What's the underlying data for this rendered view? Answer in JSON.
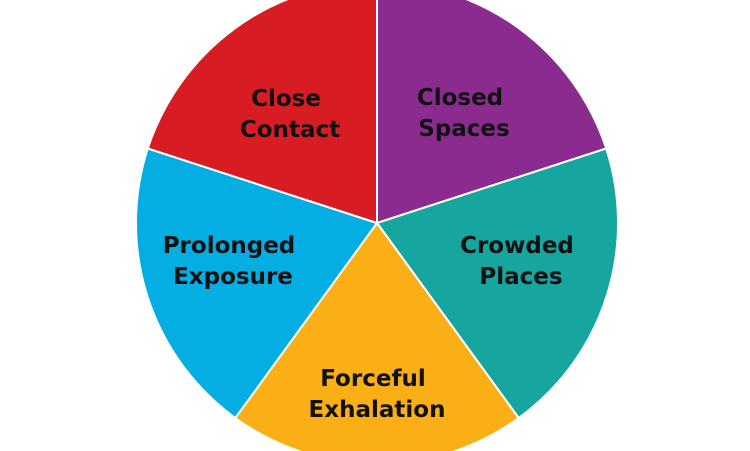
{
  "diagram": {
    "segments": [
      {
        "line1": "Closed",
        "line2": "Spaces",
        "color": "#8B2A8F"
      },
      {
        "line1": "Crowded",
        "line2": "Places",
        "color": "#17A5A0"
      },
      {
        "line1": "Forceful",
        "line2": "Exhalation",
        "color": "#FBAF17"
      },
      {
        "line1": "Prolonged",
        "line2": "Exposure",
        "color": "#04AEE2"
      },
      {
        "line1": "Close",
        "line2": "Contact",
        "color": "#D71C24"
      }
    ]
  }
}
